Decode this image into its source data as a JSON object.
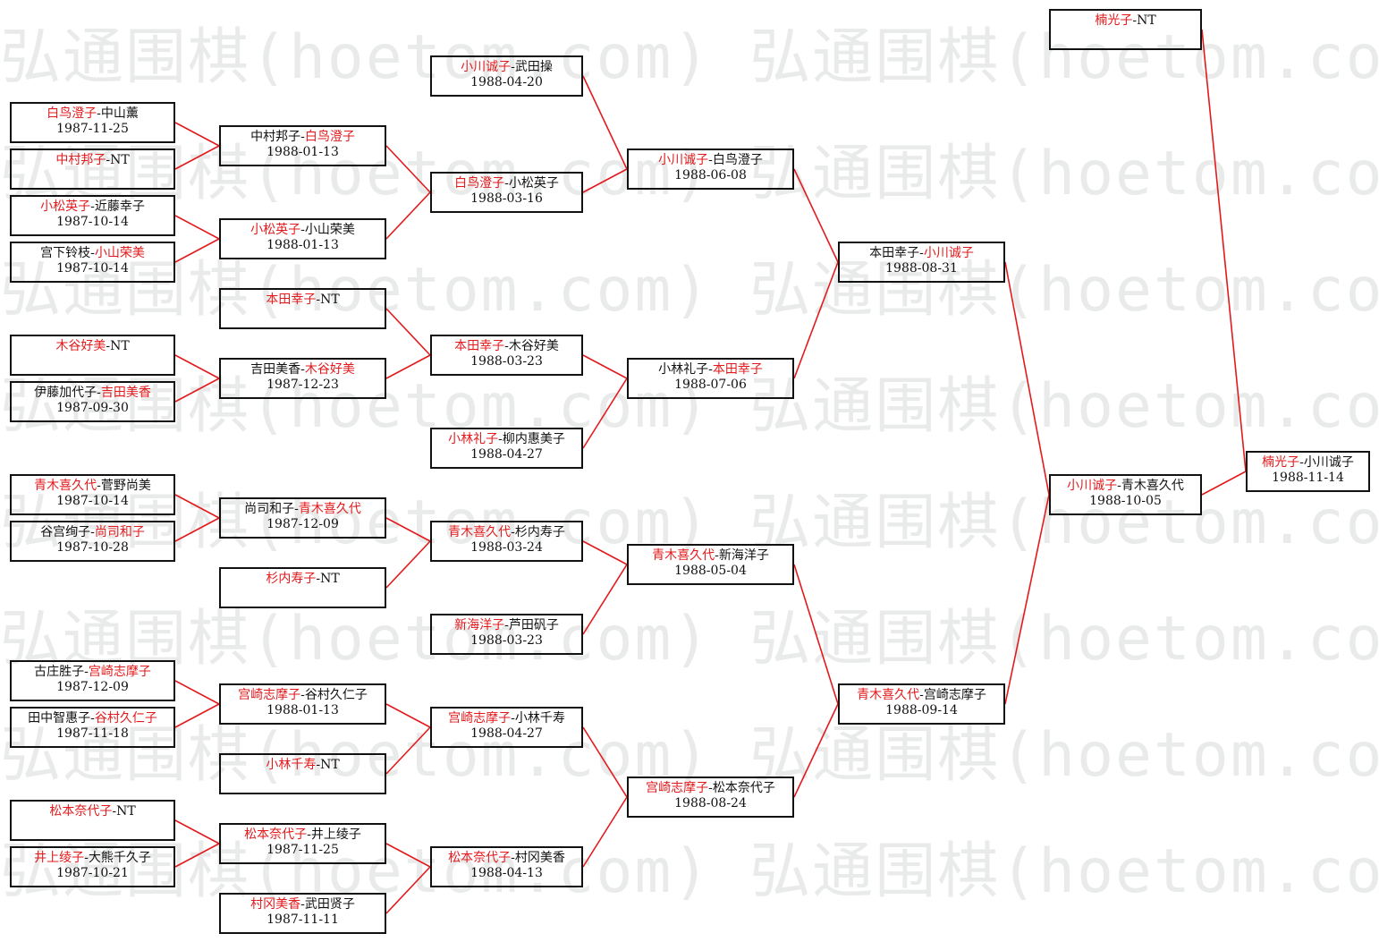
{
  "watermark": {
    "text": "弘通围棋(hoetom.com)"
  },
  "colors": {
    "winner": "#e31a1c",
    "line": "#e31a1c",
    "box_border": "#111111"
  },
  "matches": [
    {
      "id": "r1_1",
      "p1": "白鸟澄子",
      "p2": "中山薰",
      "winner": 1,
      "date": "1987-11-25"
    },
    {
      "id": "r1_2",
      "p1": "中村邦子",
      "p2": "NT",
      "winner": 1,
      "date": ""
    },
    {
      "id": "r1_3",
      "p1": "小松英子",
      "p2": "近藤幸子",
      "winner": 1,
      "date": "1987-10-14"
    },
    {
      "id": "r1_4",
      "p1": "宫下铃枝",
      "p2": "小山荣美",
      "winner": 2,
      "date": "1987-10-14"
    },
    {
      "id": "r1_5",
      "p1": "木谷好美",
      "p2": "NT",
      "winner": 1,
      "date": ""
    },
    {
      "id": "r1_6",
      "p1": "伊藤加代子",
      "p2": "吉田美香",
      "winner": 2,
      "date": "1987-09-30"
    },
    {
      "id": "r1_7",
      "p1": "青木喜久代",
      "p2": "菅野尚美",
      "winner": 1,
      "date": "1987-10-14"
    },
    {
      "id": "r1_8",
      "p1": "谷宫绚子",
      "p2": "尚司和子",
      "winner": 2,
      "date": "1987-10-28"
    },
    {
      "id": "r1_9",
      "p1": "古庄胜子",
      "p2": "宫崎志摩子",
      "winner": 2,
      "date": "1987-12-09"
    },
    {
      "id": "r1_10",
      "p1": "田中智惠子",
      "p2": "谷村久仁子",
      "winner": 2,
      "date": "1987-11-18"
    },
    {
      "id": "r1_11",
      "p1": "松本奈代子",
      "p2": "NT",
      "winner": 1,
      "date": ""
    },
    {
      "id": "r1_12",
      "p1": "井上绫子",
      "p2": "大熊千久子",
      "winner": 1,
      "date": "1987-10-21"
    },
    {
      "id": "r2_1",
      "p1": "中村邦子",
      "p2": "白鸟澄子",
      "winner": 2,
      "date": "1988-01-13"
    },
    {
      "id": "r2_2",
      "p1": "小松英子",
      "p2": "小山荣美",
      "winner": 1,
      "date": "1988-01-13"
    },
    {
      "id": "r2_3",
      "p1": "本田幸子",
      "p2": "NT",
      "winner": 1,
      "date": ""
    },
    {
      "id": "r2_4",
      "p1": "吉田美香",
      "p2": "木谷好美",
      "winner": 2,
      "date": "1987-12-23"
    },
    {
      "id": "r2_5",
      "p1": "尚司和子",
      "p2": "青木喜久代",
      "winner": 2,
      "date": "1987-12-09"
    },
    {
      "id": "r2_6",
      "p1": "杉内寿子",
      "p2": "NT",
      "winner": 1,
      "date": ""
    },
    {
      "id": "r2_7",
      "p1": "宫崎志摩子",
      "p2": "谷村久仁子",
      "winner": 1,
      "date": "1988-01-13"
    },
    {
      "id": "r2_8",
      "p1": "小林千寿",
      "p2": "NT",
      "winner": 1,
      "date": ""
    },
    {
      "id": "r2_9",
      "p1": "松本奈代子",
      "p2": "井上绫子",
      "winner": 1,
      "date": "1987-11-25"
    },
    {
      "id": "r2_10",
      "p1": "村冈美香",
      "p2": "武田贤子",
      "winner": 1,
      "date": "1987-11-11"
    },
    {
      "id": "r3_1",
      "p1": "小川诚子",
      "p2": "武田操",
      "winner": 1,
      "date": "1988-04-20"
    },
    {
      "id": "r3_2",
      "p1": "白鸟澄子",
      "p2": "小松英子",
      "winner": 1,
      "date": "1988-03-16"
    },
    {
      "id": "r3_3",
      "p1": "本田幸子",
      "p2": "木谷好美",
      "winner": 1,
      "date": "1988-03-23"
    },
    {
      "id": "r3_4",
      "p1": "小林礼子",
      "p2": "柳内惠美子",
      "winner": 1,
      "date": "1988-04-27"
    },
    {
      "id": "r3_5",
      "p1": "青木喜久代",
      "p2": "杉内寿子",
      "winner": 1,
      "date": "1988-03-24"
    },
    {
      "id": "r3_6",
      "p1": "新海洋子",
      "p2": "芦田矾子",
      "winner": 1,
      "date": "1988-03-23"
    },
    {
      "id": "r3_7",
      "p1": "宫崎志摩子",
      "p2": "小林千寿",
      "winner": 1,
      "date": "1988-04-27"
    },
    {
      "id": "r3_8",
      "p1": "松本奈代子",
      "p2": "村冈美香",
      "winner": 1,
      "date": "1988-04-13"
    },
    {
      "id": "r4_1",
      "p1": "小川诚子",
      "p2": "白鸟澄子",
      "winner": 1,
      "date": "1988-06-08"
    },
    {
      "id": "r4_2",
      "p1": "小林礼子",
      "p2": "本田幸子",
      "winner": 2,
      "date": "1988-07-06"
    },
    {
      "id": "r4_3",
      "p1": "青木喜久代",
      "p2": "新海洋子",
      "winner": 1,
      "date": "1988-05-04"
    },
    {
      "id": "r4_4",
      "p1": "宫崎志摩子",
      "p2": "松本奈代子",
      "winner": 1,
      "date": "1988-08-24"
    },
    {
      "id": "r5_1",
      "p1": "本田幸子",
      "p2": "小川诚子",
      "winner": 2,
      "date": "1988-08-31"
    },
    {
      "id": "r5_2",
      "p1": "青木喜久代",
      "p2": "宫崎志摩子",
      "winner": 1,
      "date": "1988-09-14"
    },
    {
      "id": "r6_1",
      "p1": "小川诚子",
      "p2": "青木喜久代",
      "winner": 1,
      "date": "1988-10-05"
    },
    {
      "id": "r6_2",
      "p1": "楠光子",
      "p2": "NT",
      "winner": 1,
      "date": ""
    },
    {
      "id": "final",
      "p1": "楠光子",
      "p2": "小川诚子",
      "winner": 1,
      "date": "1988-11-14"
    }
  ]
}
